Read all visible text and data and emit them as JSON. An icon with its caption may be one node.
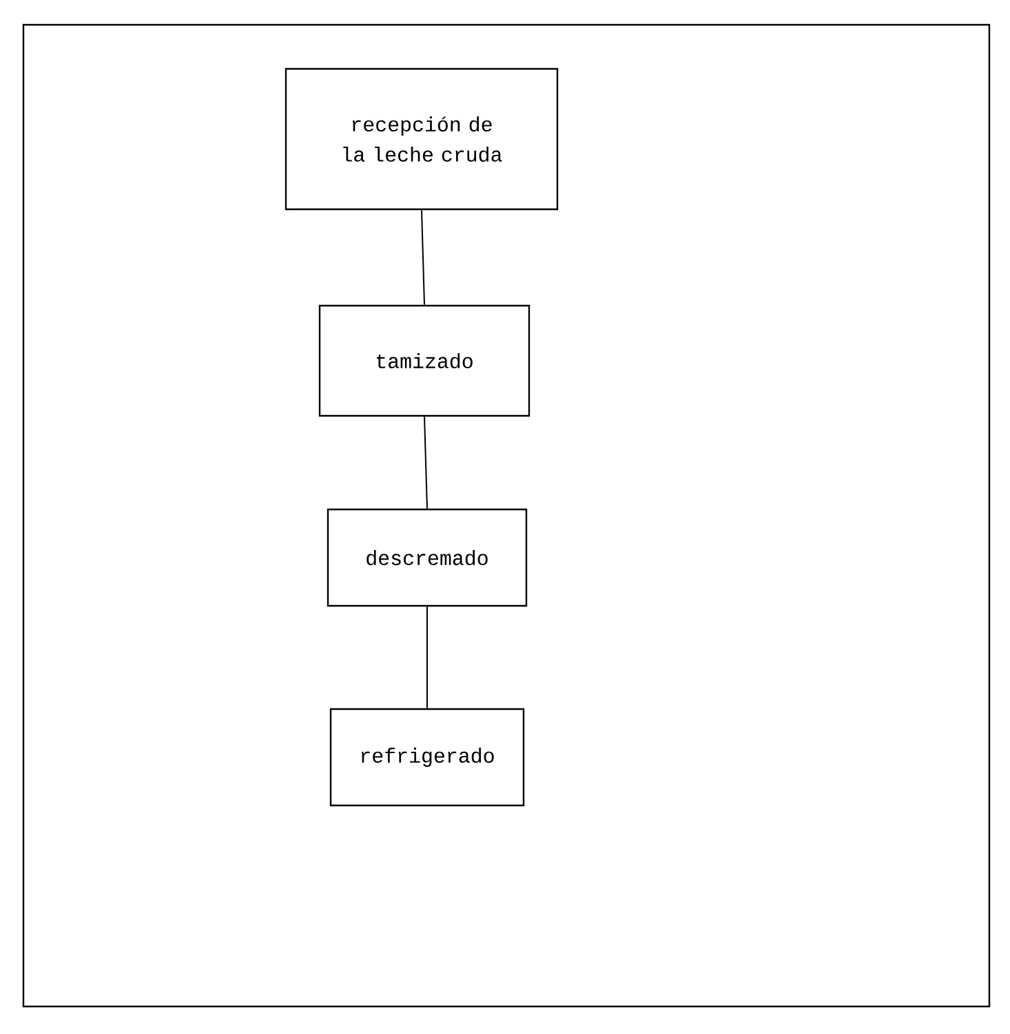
{
  "diagram": {
    "nodes": [
      {
        "text": [
          "recepción de la leche cruda"
        ]
      },
      {
        "text": [
          "tamizado"
        ]
      },
      {
        "text": [
          "descremado"
        ]
      },
      {
        "text": [
          "refrigerado"
        ]
      }
    ],
    "edges": [
      {
        "from": 0,
        "to": 1,
        "arrow": "none"
      },
      {
        "from": 1,
        "to": 2,
        "arrow": "none"
      },
      {
        "from": 2,
        "to": 3,
        "arrow": "none"
      }
    ]
  }
}
